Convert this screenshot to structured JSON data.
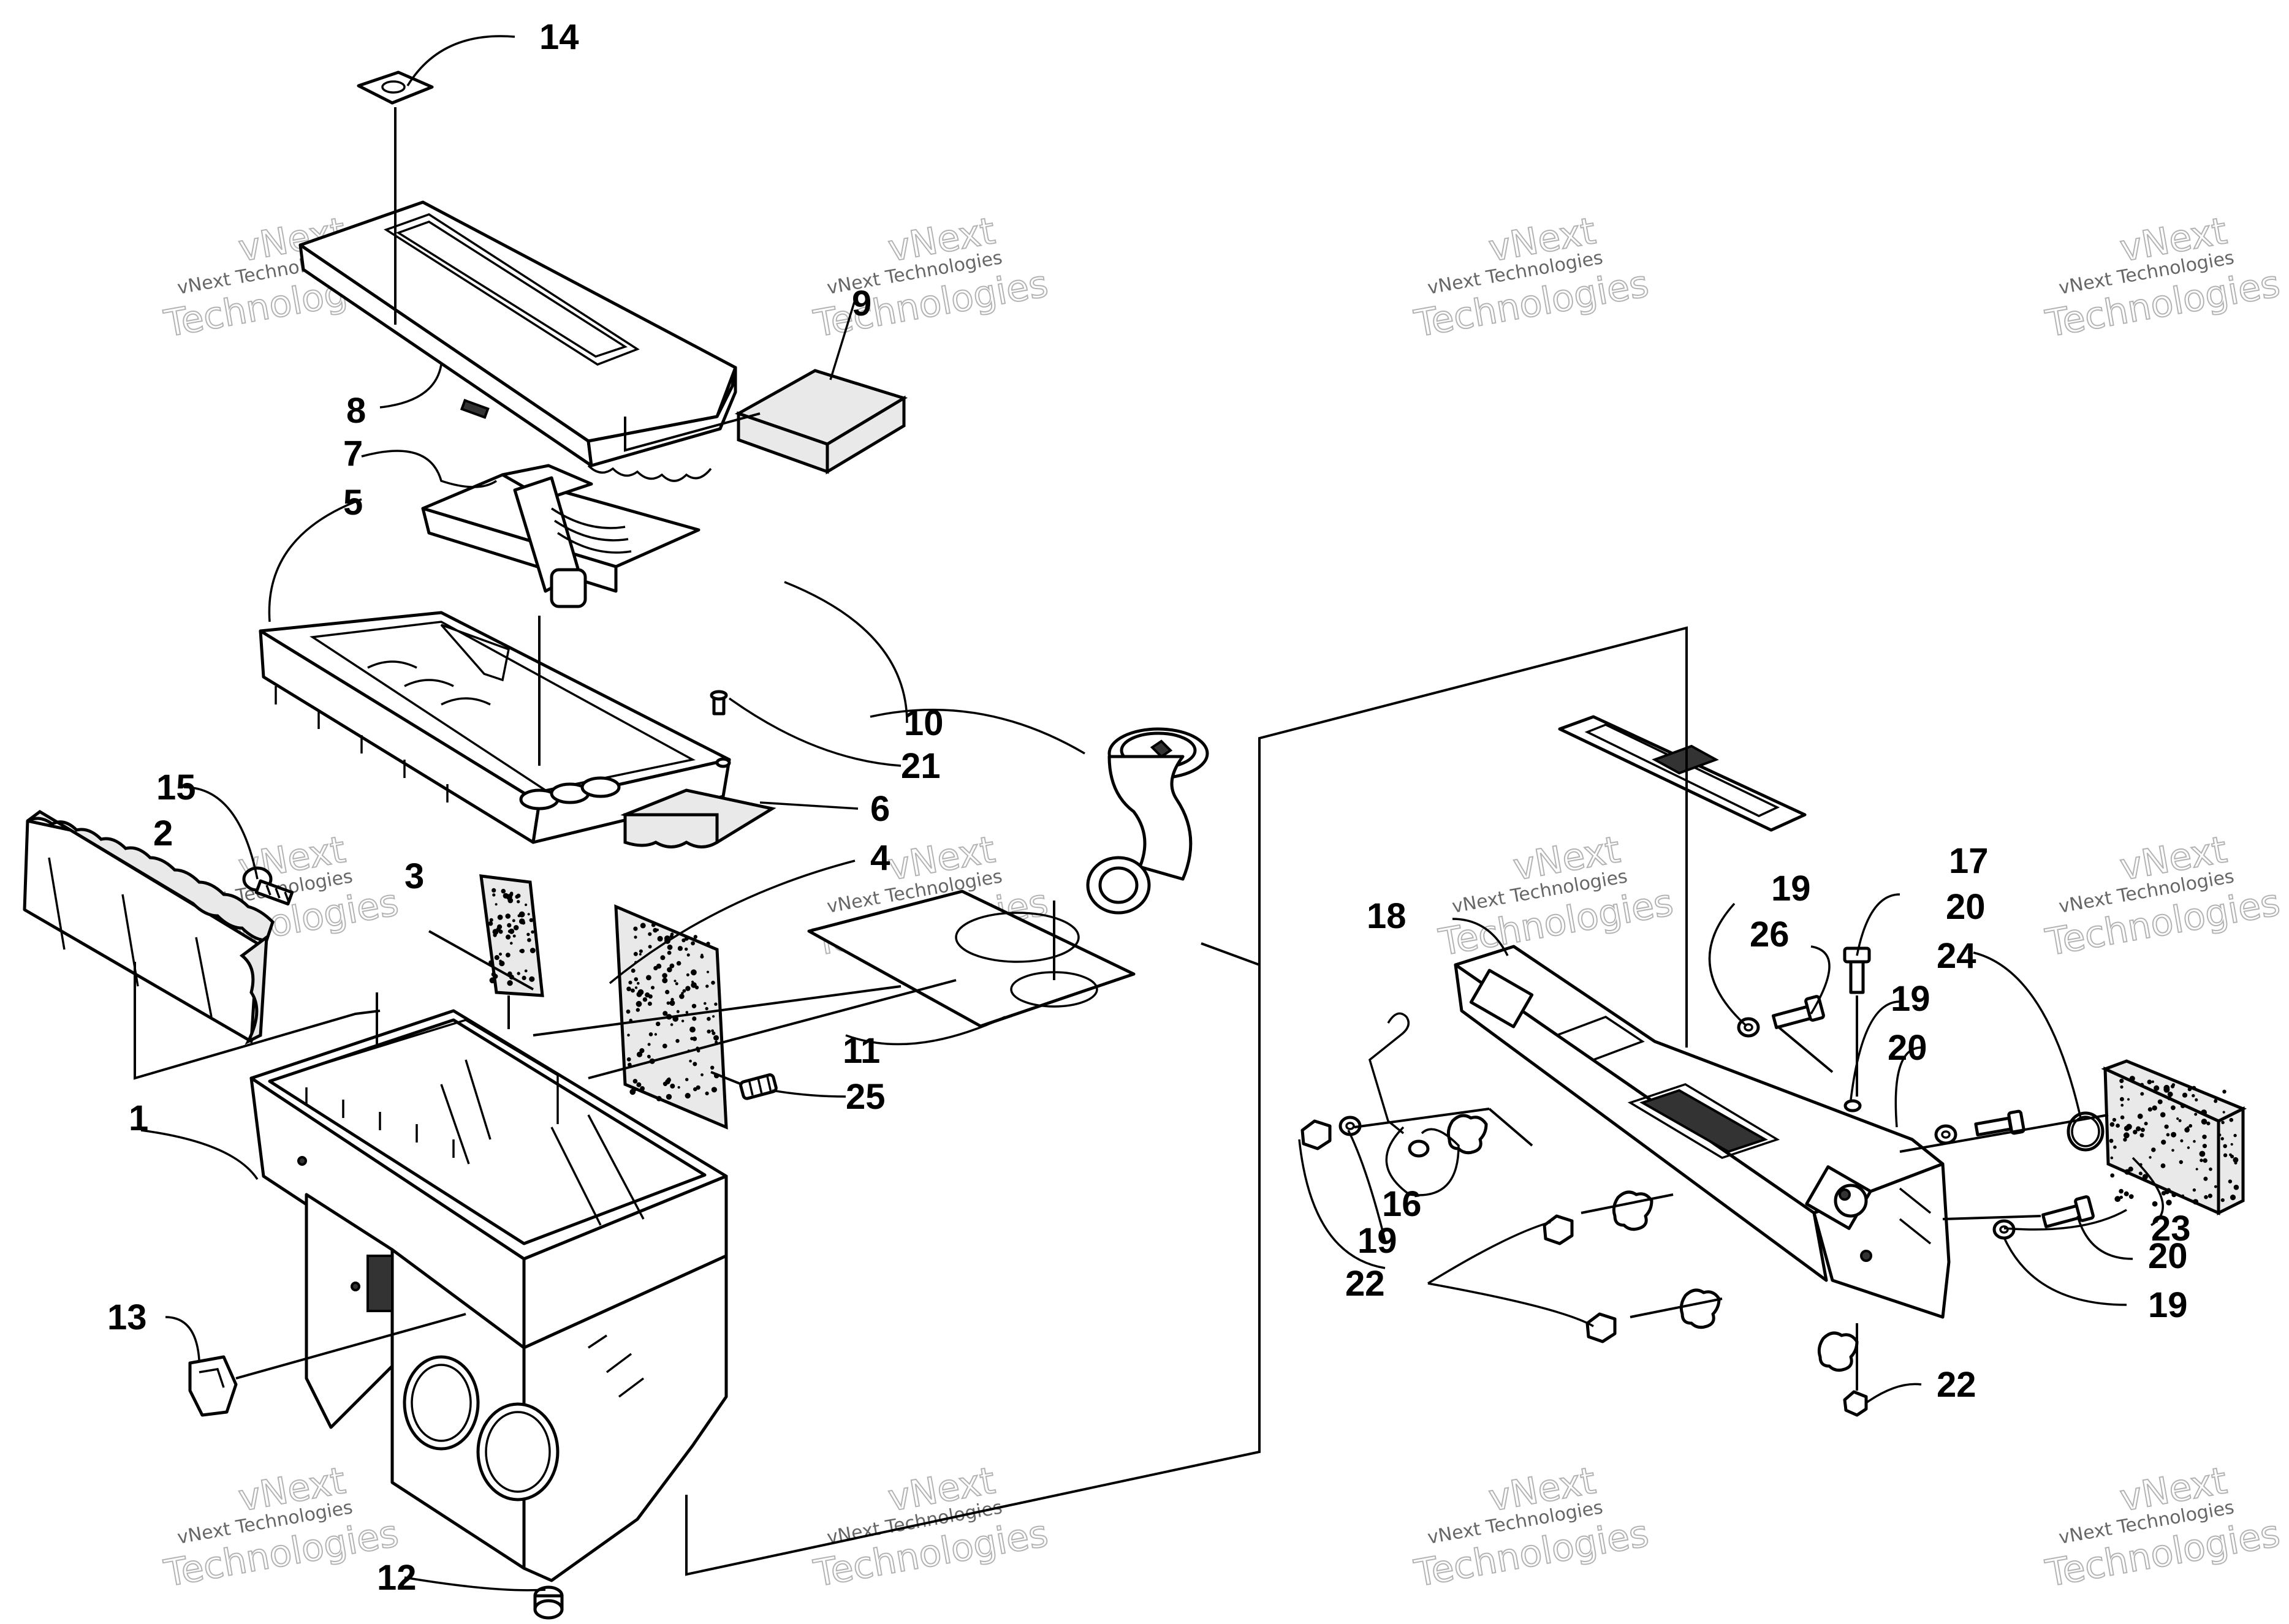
{
  "callouts": [
    {
      "label": "1"
    },
    {
      "label": "2"
    },
    {
      "label": "3"
    },
    {
      "label": "4"
    },
    {
      "label": "5"
    },
    {
      "label": "6"
    },
    {
      "label": "7"
    },
    {
      "label": "8"
    },
    {
      "label": "9"
    },
    {
      "label": "10"
    },
    {
      "label": "11"
    },
    {
      "label": "12"
    },
    {
      "label": "13"
    },
    {
      "label": "14"
    },
    {
      "label": "15"
    },
    {
      "label": "2"
    },
    {
      "label": "17"
    },
    {
      "label": "18"
    },
    {
      "label": "19"
    },
    {
      "label": "20"
    },
    {
      "label": "21"
    },
    {
      "label": "22"
    },
    {
      "label": "23"
    },
    {
      "label": "24"
    },
    {
      "label": "25"
    },
    {
      "label": "26"
    },
    {
      "label": "19"
    },
    {
      "label": "20"
    },
    {
      "label": "19"
    },
    {
      "label": "20"
    },
    {
      "label": "19"
    },
    {
      "label": "22"
    },
    {
      "label": "22"
    },
    {
      "label": "16"
    }
  ],
  "watermark": {
    "line1": "vNext",
    "line2": "vNext Technologies",
    "line3": "Technologies"
  }
}
